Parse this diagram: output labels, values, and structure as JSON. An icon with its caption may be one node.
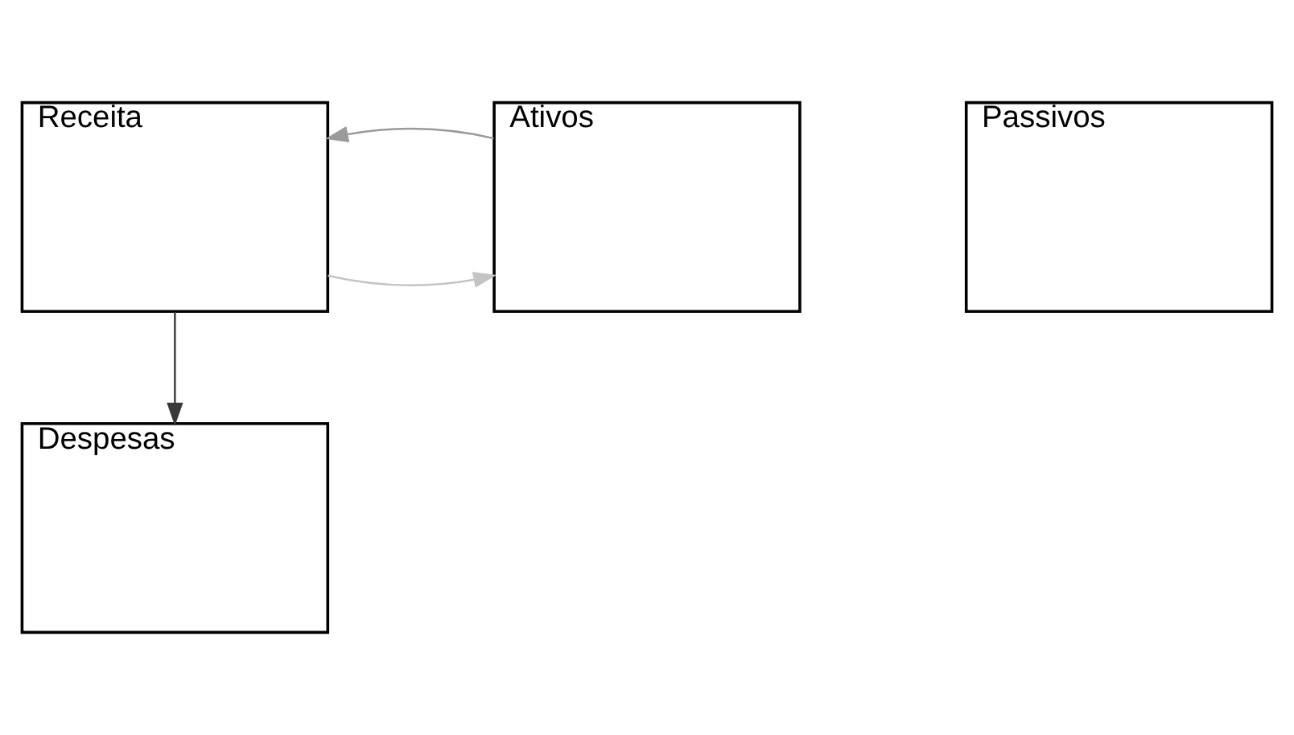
{
  "diagram": {
    "nodes": [
      {
        "text": [
          "Receita"
        ]
      },
      {
        "text": [
          "Despesas"
        ]
      },
      {
        "text": [
          "Ativos"
        ]
      },
      {
        "text": [
          "Passivos"
        ]
      }
    ],
    "edges": [
      {
        "from": 0,
        "to": 2,
        "arrow": "to",
        "color": "#c4c4c4"
      },
      {
        "from": 2,
        "to": 0,
        "arrow": "to",
        "color": "#9a9a9a"
      },
      {
        "from": 0,
        "to": 1,
        "arrow": "to",
        "color": "#3a3a3a"
      }
    ]
  }
}
